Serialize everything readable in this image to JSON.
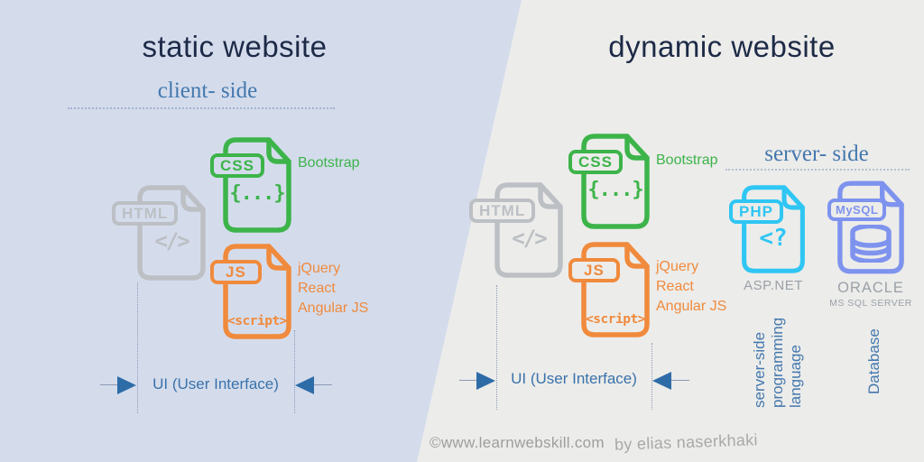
{
  "left": {
    "title": "static website",
    "side_label": "client- side",
    "html": {
      "badge": "HTML",
      "glyph": "</>"
    },
    "css": {
      "badge": "CSS",
      "glyph": "{...}",
      "label": "Bootstrap"
    },
    "js": {
      "badge": "JS",
      "glyph": "<script>",
      "labels": [
        "jQuery",
        "React",
        "Angular JS"
      ]
    },
    "ui_label": "UI (User Interface)"
  },
  "right": {
    "title": "dynamic website",
    "html": {
      "badge": "HTML",
      "glyph": "</>"
    },
    "css": {
      "badge": "CSS",
      "glyph": "{...}",
      "label": "Bootstrap"
    },
    "js": {
      "badge": "JS",
      "glyph": "<script>",
      "labels": [
        "jQuery",
        "React",
        "Angular JS"
      ]
    },
    "ui_label": "UI (User Interface)",
    "server": {
      "side_label": "server- side",
      "php": {
        "badge": "PHP",
        "glyph": "<?",
        "label": "ASP.NET"
      },
      "db": {
        "badge": "MySQL",
        "labels": [
          "ORACLE",
          "MS SQL SERVER"
        ]
      },
      "lang_note": [
        "server-side",
        "programming",
        "language"
      ],
      "db_note": "Database"
    }
  },
  "footer": {
    "site": "©www.learnwebskill.com",
    "author": "by elias naserkhaki"
  },
  "colors": {
    "left_bg": "#d4dcec",
    "right_bg": "#ececea",
    "title": "#1d2a47",
    "accent_blue": "#4478ae",
    "arrow_blue": "#2e6ca8",
    "gray_icon": "#bcc0c4",
    "green": "#3cb44a",
    "orange": "#f08a3c",
    "cyan": "#2fc6f3",
    "periwinkle": "#7e93ee",
    "muted_label": "#9aa1a8",
    "footer_gray": "#9e9e9e"
  }
}
